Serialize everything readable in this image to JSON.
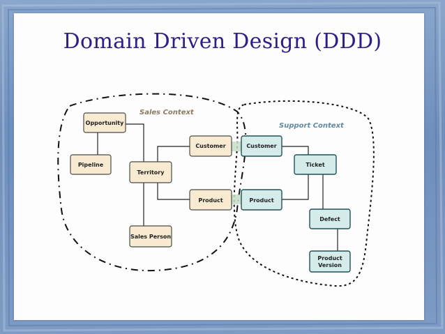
{
  "title": "Domain Driven Design (DDD)",
  "contexts": {
    "sales": {
      "label": "Sales Context",
      "color": "#8c7a60"
    },
    "support": {
      "label": "Support Context",
      "color": "#5f8aa0"
    }
  },
  "nodes": {
    "opportunity": "Opportunity",
    "pipeline": "Pipeline",
    "territory": "Territory",
    "sales_person": "Sales Person",
    "sales_customer": "Customer",
    "sales_product": "Product",
    "support_customer": "Customer",
    "support_product": "Product",
    "ticket": "Ticket",
    "defect": "Defect",
    "product_version_line1": "Product",
    "product_version_line2": "Version"
  },
  "colors": {
    "title": "#2c1f88",
    "sales_fill": "#f8ebd2",
    "support_fill": "#d6ecea",
    "frame": "#6f90bd"
  }
}
